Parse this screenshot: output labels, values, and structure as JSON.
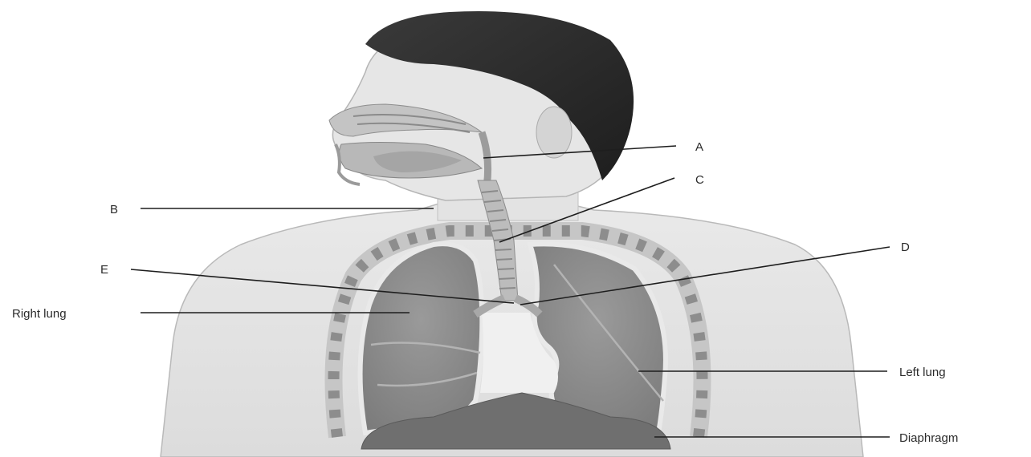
{
  "diagram": {
    "labels": {
      "A": "A",
      "B": "B",
      "C": "C",
      "D": "D",
      "E": "E",
      "right_lung": "Right lung",
      "left_lung": "Left lung",
      "diaphragm": "Diaphragm"
    }
  }
}
